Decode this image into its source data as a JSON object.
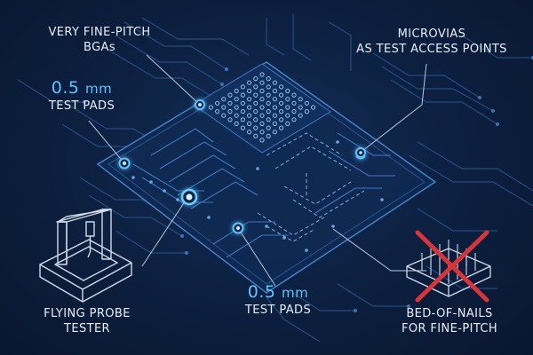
{
  "labels": {
    "bga": {
      "line1": "VERY FINE-PITCH",
      "line2": "BGAs"
    },
    "test_pads_top": {
      "value": "0.5",
      "unit": "mm",
      "caption": "TEST PADS"
    },
    "microvias": {
      "line1": "MICROVIAS",
      "line2": "AS TEST ACCESS POINTS"
    },
    "flying_probe": {
      "line1": "FLYING PROBE",
      "line2": "TESTER"
    },
    "test_pads_bottom": {
      "value": "0.5",
      "unit": "mm",
      "caption": "TEST PADS"
    },
    "bed_of_nails": {
      "line1": "BED-OF-NAILS",
      "line2": "FOR FINE-PITCH"
    }
  },
  "colors": {
    "background": "#0d2142",
    "trace": "#3a6fb0",
    "highlight": "#5cc4ff",
    "cross": "#d8343a",
    "text": "#e8eef8"
  }
}
